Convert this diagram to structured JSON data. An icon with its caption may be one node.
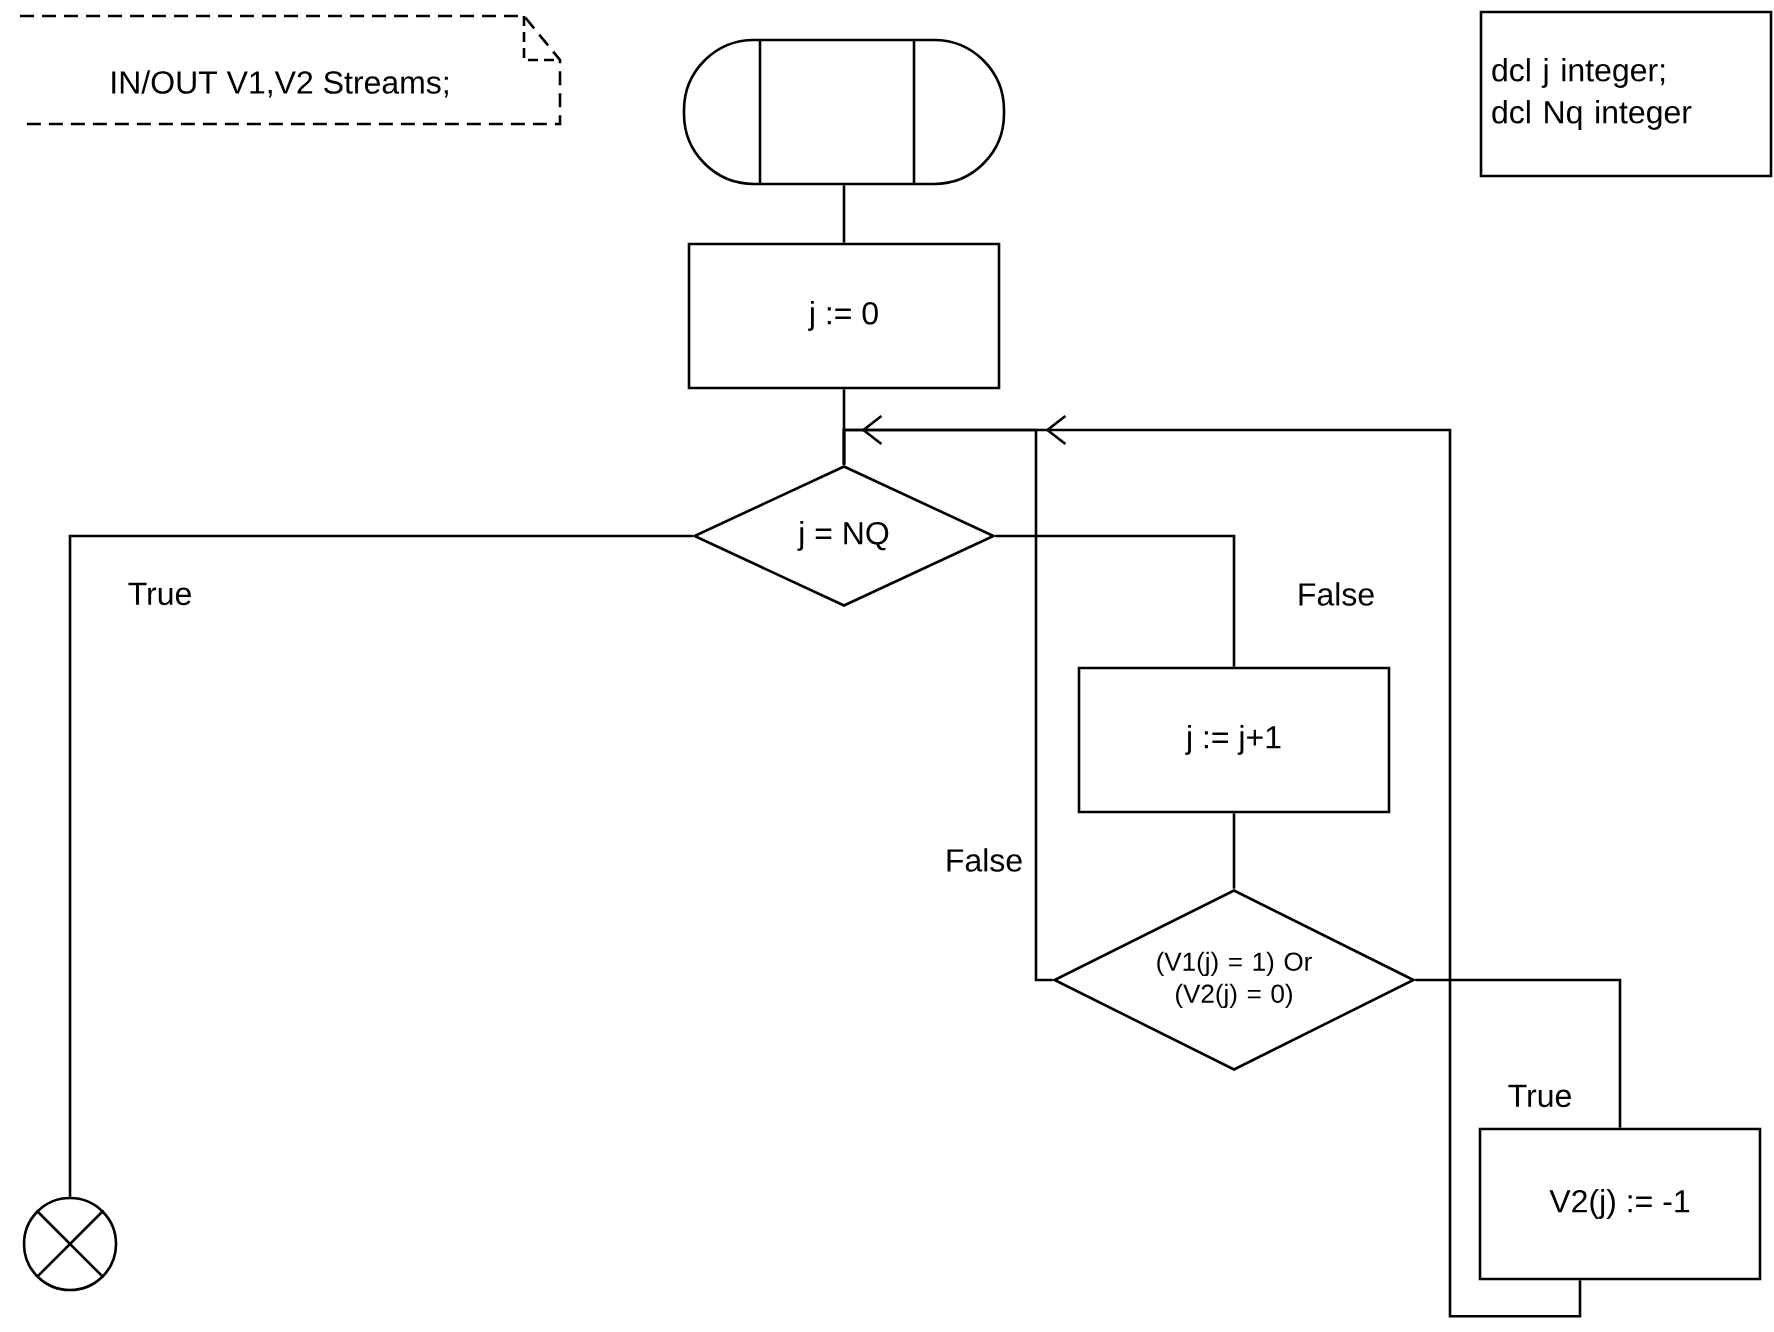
{
  "diagram": {
    "nodes": [
      {
        "text": [
          "IN/OUT V1,V2 Streams;"
        ]
      },
      {
        "text": [],
        "shape": "capsule"
      },
      {
        "text": [
          "dcl j integer;",
          "dcl Nq integer"
        ]
      },
      {
        "text": [
          "j := 0"
        ]
      },
      {
        "text": [
          "j = NQ"
        ]
      },
      {
        "text": [
          "j := j+1"
        ]
      },
      {
        "text": [
          "(V1(j) = 1) Or (V2(j) = 0)"
        ]
      },
      {
        "text": [
          "V2(j) := -1"
        ]
      },
      {
        "text": [],
        "shape": "circle"
      }
    ],
    "edges": [
      {
        "from": 1,
        "to": 3,
        "arrow": "none"
      },
      {
        "from": 3,
        "to": 4,
        "arrow": "none"
      },
      {
        "from": 4,
        "to": 8,
        "arrow": "none",
        "label": "True"
      },
      {
        "from": 4,
        "to": 5,
        "arrow": "none",
        "label": "False"
      },
      {
        "from": 5,
        "to": 6,
        "arrow": "none"
      },
      {
        "from": 6,
        "to": 7,
        "arrow": "none",
        "label": "True"
      },
      {
        "from": 6,
        "to": 4,
        "arrow": "to",
        "label": "False"
      },
      {
        "from": 7,
        "to": 4,
        "arrow": "to"
      }
    ]
  }
}
